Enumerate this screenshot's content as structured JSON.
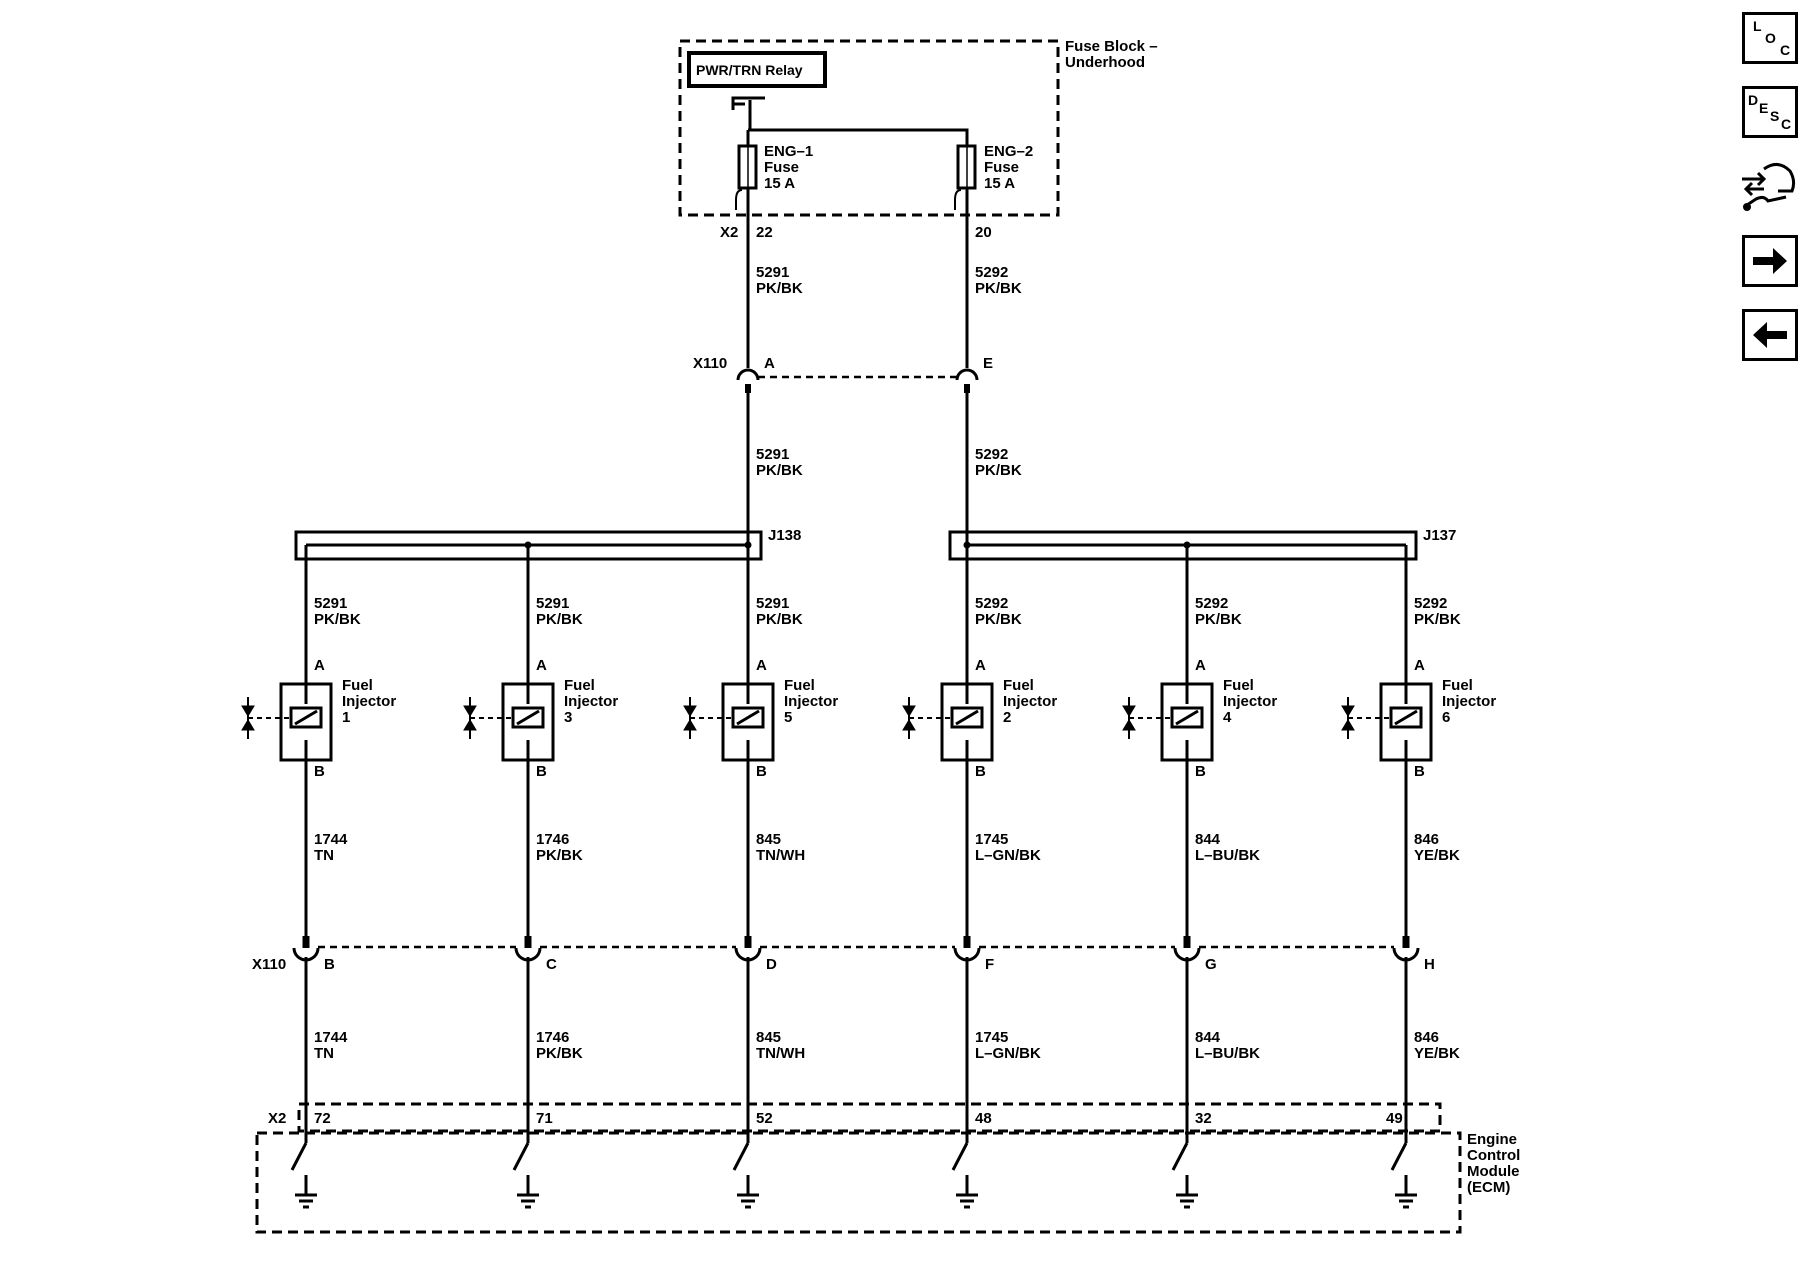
{
  "fuse_block": {
    "title_line1": "Fuse Block –",
    "title_line2": "Underhood",
    "relay": "PWR/TRN Relay",
    "fuses": [
      {
        "name": "ENG–1",
        "type": "Fuse",
        "rating": "15 A",
        "terminal": "22"
      },
      {
        "name": "ENG–2",
        "type": "Fuse",
        "rating": "15 A",
        "terminal": "20"
      }
    ],
    "connector": "X2"
  },
  "upper_wires": [
    {
      "circuit": "5291",
      "color": "PK/BK"
    },
    {
      "circuit": "5292",
      "color": "PK/BK"
    }
  ],
  "x110_upper": {
    "connector": "X110",
    "pins": [
      "A",
      "E"
    ]
  },
  "splices": [
    "J138",
    "J137"
  ],
  "injectors": [
    {
      "feed_circuit": "5291",
      "feed_color": "PK/BK",
      "pin_a": "A",
      "pin_b": "B",
      "label1": "Fuel",
      "label2": "Injector",
      "number": "1",
      "ctrl_circuit": "1744",
      "ctrl_color": "TN",
      "x110_pin": "B",
      "ecm_pin": "72"
    },
    {
      "feed_circuit": "5291",
      "feed_color": "PK/BK",
      "pin_a": "A",
      "pin_b": "B",
      "label1": "Fuel",
      "label2": "Injector",
      "number": "3",
      "ctrl_circuit": "1746",
      "ctrl_color": "PK/BK",
      "x110_pin": "C",
      "ecm_pin": "71"
    },
    {
      "feed_circuit": "5291",
      "feed_color": "PK/BK",
      "pin_a": "A",
      "pin_b": "B",
      "label1": "Fuel",
      "label2": "Injector",
      "number": "5",
      "ctrl_circuit": "845",
      "ctrl_color": "TN/WH",
      "x110_pin": "D",
      "ecm_pin": "52"
    },
    {
      "feed_circuit": "5292",
      "feed_color": "PK/BK",
      "pin_a": "A",
      "pin_b": "B",
      "label1": "Fuel",
      "label2": "Injector",
      "number": "2",
      "ctrl_circuit": "1745",
      "ctrl_color": "L–GN/BK",
      "x110_pin": "F",
      "ecm_pin": "48"
    },
    {
      "feed_circuit": "5292",
      "feed_color": "PK/BK",
      "pin_a": "A",
      "pin_b": "B",
      "label1": "Fuel",
      "label2": "Injector",
      "number": "4",
      "ctrl_circuit": "844",
      "ctrl_color": "L–BU/BK",
      "x110_pin": "G",
      "ecm_pin": "32"
    },
    {
      "feed_circuit": "5292",
      "feed_color": "PK/BK",
      "pin_a": "A",
      "pin_b": "B",
      "label1": "Fuel",
      "label2": "Injector",
      "number": "6",
      "ctrl_circuit": "846",
      "ctrl_color": "YE/BK",
      "x110_pin": "H",
      "ecm_pin": "49"
    }
  ],
  "x110_lower": {
    "connector": "X110"
  },
  "ecm": {
    "connector": "X2",
    "name_lines": [
      "Engine",
      "Control",
      "Module",
      "(ECM)"
    ]
  },
  "sidebar": {
    "loc": {
      "l": "L",
      "o": "O",
      "c": "C"
    },
    "desc": {
      "d": "D",
      "e": "E",
      "s": "S",
      "c": "C"
    }
  }
}
